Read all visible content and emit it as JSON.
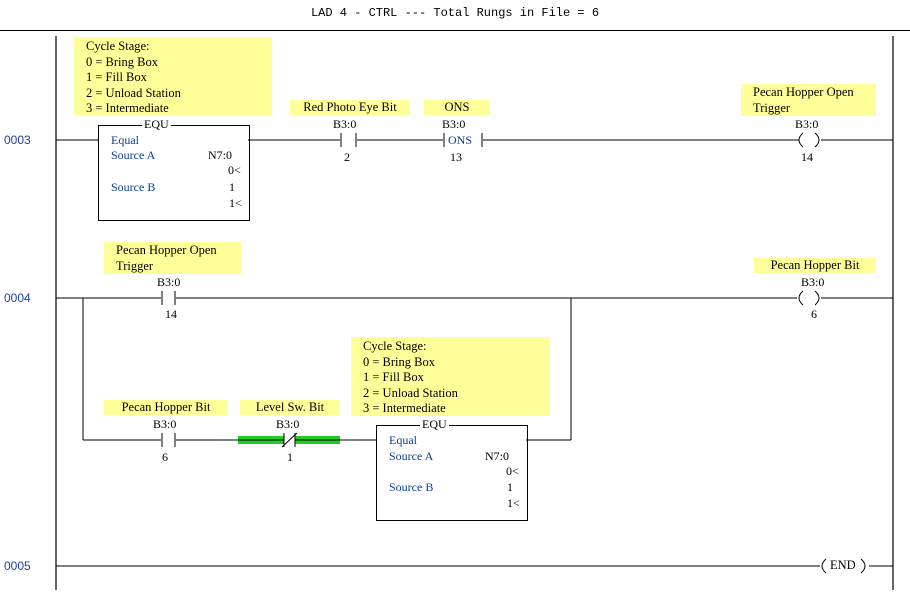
{
  "header": {
    "title": "LAD 4 - CTRL --- Total Rungs in File = 6"
  },
  "rungs": [
    {
      "number": "0003",
      "equ": {
        "comment_lines": [
          "Cycle Stage:",
          "0 = Bring Box",
          "1 = Fill Box",
          "2 = Unload Station",
          "3 = Intermediate"
        ],
        "title": "EQU",
        "line1": "Equal",
        "source_a_label": "Source A",
        "source_a_addr": "N7:0",
        "source_a_value": "0<",
        "source_b_label": "Source B",
        "source_b_value": "1",
        "source_b_value2": "1<"
      },
      "xic": {
        "comment": "Red Photo Eye Bit",
        "address": "B3:0",
        "bit": "2"
      },
      "ons": {
        "comment": "ONS",
        "address": "B3:0",
        "label": "ONS",
        "bit": "13"
      },
      "ote": {
        "comment_lines": [
          "Pecan Hopper Open",
          "Trigger"
        ],
        "address": "B3:0",
        "bit": "14"
      }
    },
    {
      "number": "0004",
      "xic_top": {
        "comment_lines": [
          "Pecan Hopper Open",
          "Trigger"
        ],
        "address": "B3:0",
        "bit": "14"
      },
      "ote": {
        "comment": "Pecan Hopper Bit",
        "address": "B3:0",
        "bit": "6"
      },
      "xic_branch": {
        "comment": "Pecan Hopper Bit",
        "address": "B3:0",
        "bit": "6"
      },
      "xio_branch": {
        "comment": "Level Sw. Bit",
        "address": "B3:0",
        "bit": "1"
      },
      "equ": {
        "comment_lines": [
          "Cycle Stage:",
          "0 = Bring Box",
          "1 = Fill Box",
          "2 = Unload Station",
          "3 = Intermediate"
        ],
        "title": "EQU",
        "line1": "Equal",
        "source_a_label": "Source A",
        "source_a_addr": "N7:0",
        "source_a_value": "0<",
        "source_b_label": "Source B",
        "source_b_value": "1",
        "source_b_value2": "1<"
      }
    },
    {
      "number": "0005",
      "end_label": "END"
    }
  ],
  "colors": {
    "comment_bg": "#ffff99",
    "energized": "#22cc22",
    "label_blue": "#0b3d91"
  },
  "icons": [
    "xic-contact-icon",
    "xio-contact-icon",
    "output-coil-icon",
    "ons-icon",
    "end-icon"
  ]
}
